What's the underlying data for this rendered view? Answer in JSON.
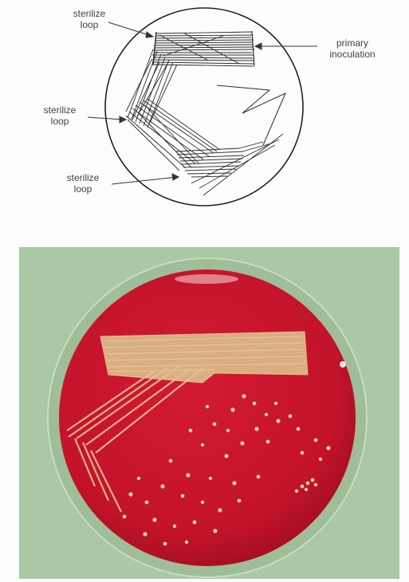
{
  "labels": {
    "sterilize_1": [
      "sterilize",
      "loop"
    ],
    "sterilize_2": [
      "sterilize",
      "loop"
    ],
    "sterilize_3": [
      "sterilize",
      "loop"
    ],
    "primary": [
      "primary",
      "inoculation"
    ]
  },
  "colors": {
    "agar": "#c4132a",
    "agar_dark": "#a80e22",
    "background_green": "#a9c8a3",
    "colony": "#e6c48c",
    "ink": "#333333"
  }
}
